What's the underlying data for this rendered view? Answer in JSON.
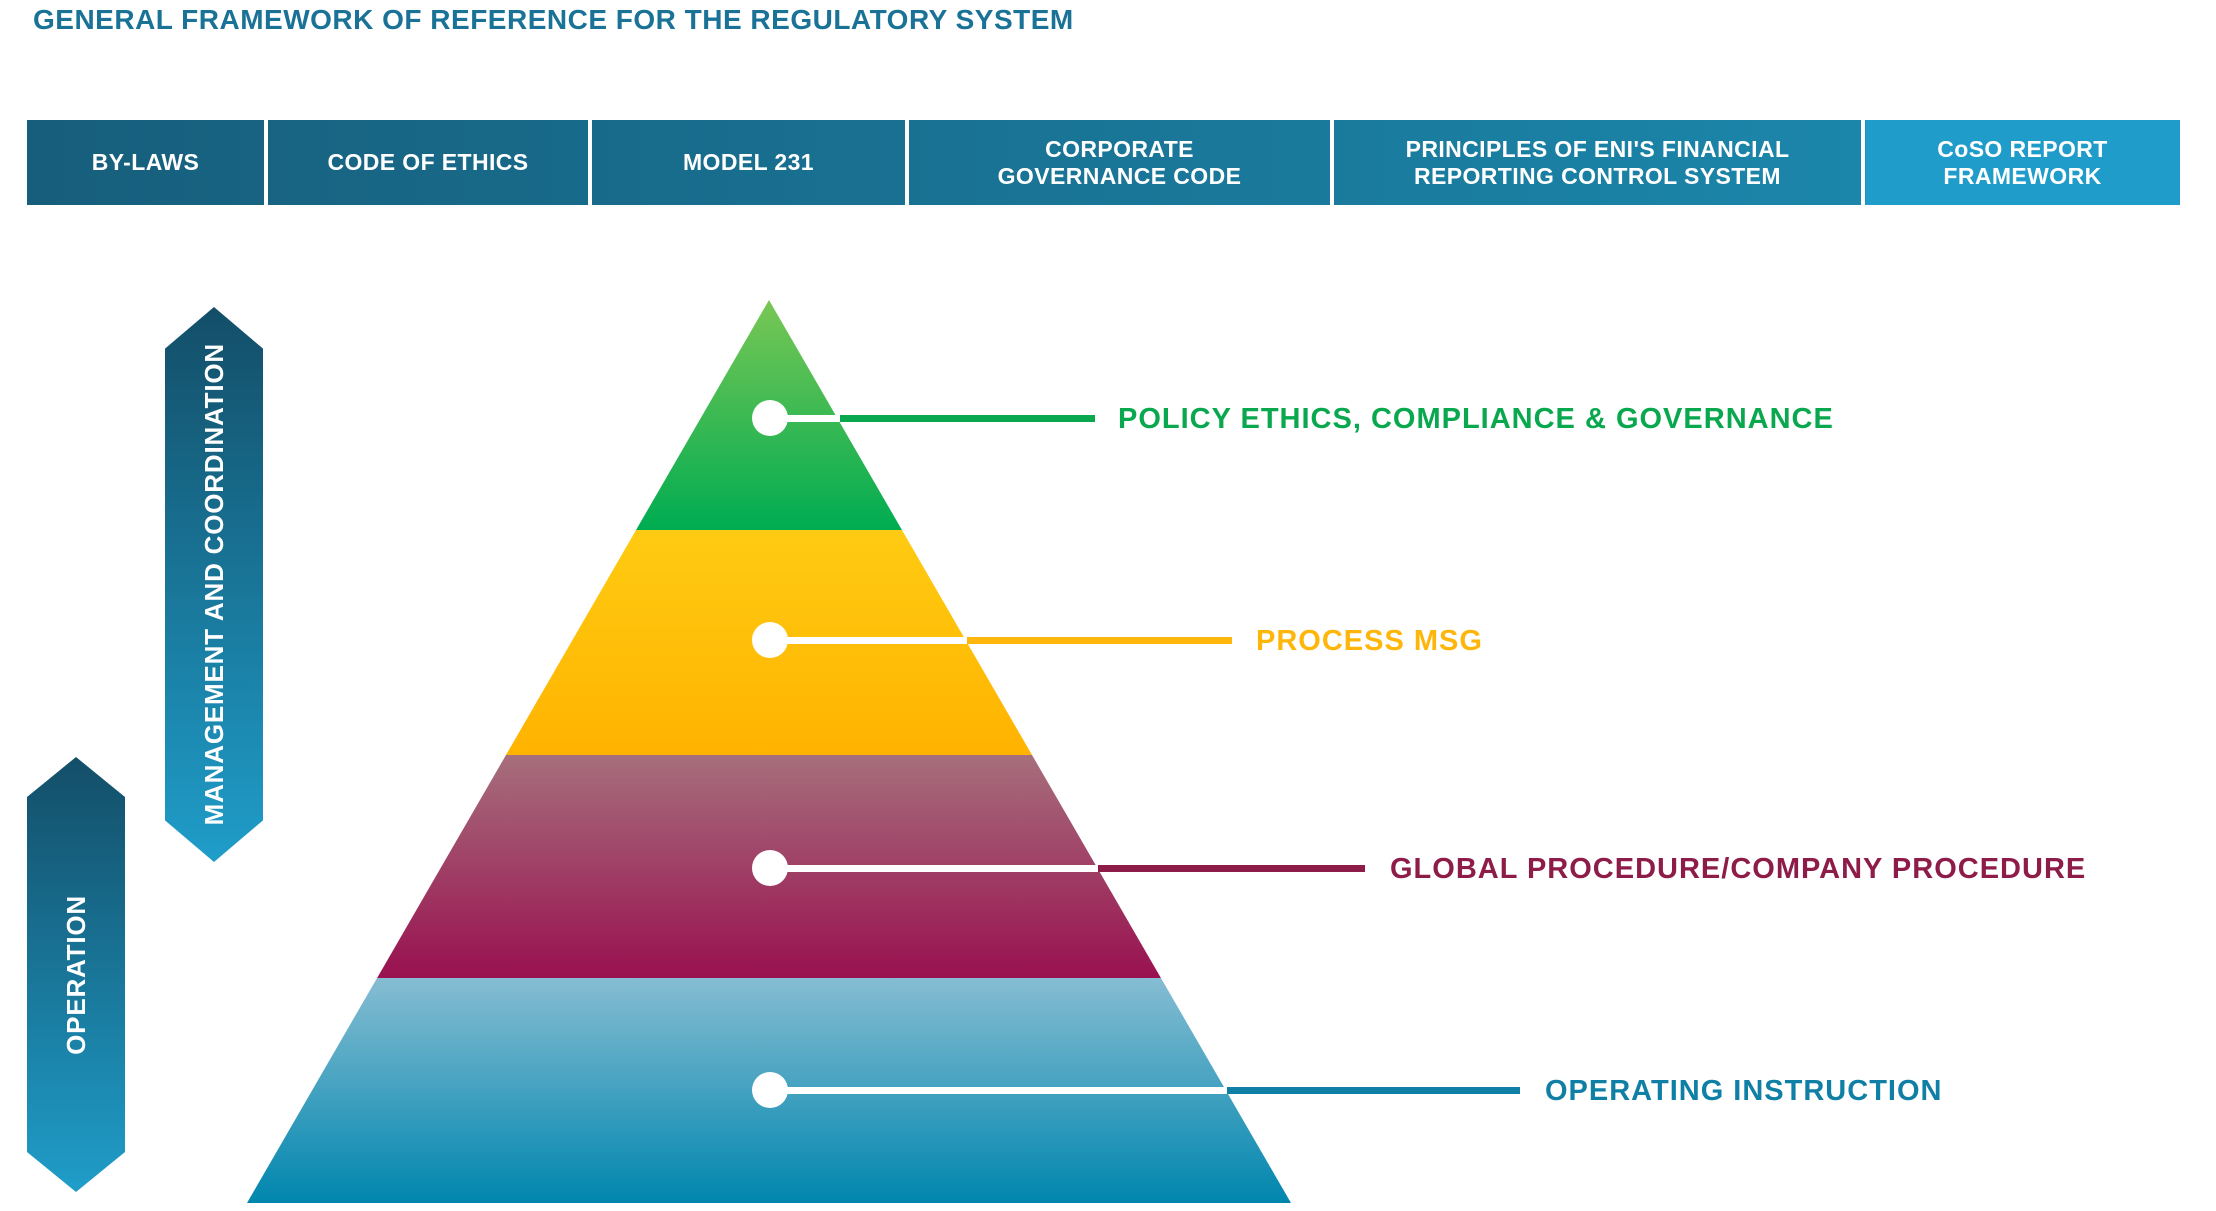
{
  "title": "GENERAL FRAMEWORK OF REFERENCE FOR THE REGULATORY SYSTEM",
  "title_color": "#1A7396",
  "reference_strip": {
    "base_color": "#175E7C",
    "highlight_color": "#1F9CCA",
    "divider_color": "#FFFFFF",
    "text_color": "#FFFFFF",
    "segments": [
      {
        "label": "BY-LAWS"
      },
      {
        "label": "CODE OF ETHICS"
      },
      {
        "label": "MODEL 231"
      },
      {
        "label": "CORPORATE GOVERNANCE CODE"
      },
      {
        "label": "PRINCIPLES OF ENI'S FINANCIAL REPORTING CONTROL SYSTEM"
      },
      {
        "label": "CoSO REPORT FRAMEWORK"
      }
    ]
  },
  "side_arrows": [
    {
      "label": "MANAGEMENT AND COORDINATION",
      "gradient_top": "#134E68",
      "gradient_bottom": "#1F9DC9",
      "text_color": "#FFFFFF"
    },
    {
      "label": "OPERATION",
      "gradient_top": "#134E68",
      "gradient_bottom": "#1F9DC9",
      "text_color": "#FFFFFF"
    }
  ],
  "pyramid": {
    "levels": [
      {
        "label": "POLICY ETHICS, COMPLIANCE & GOVERNANCE",
        "label_color": "#09A84E",
        "band_top_color": "#79C754",
        "band_bottom_color": "#00AC52"
      },
      {
        "label": "PROCESS MSG",
        "label_color": "#FFB60B",
        "band_top_color": "#FFCB12",
        "band_bottom_color": "#FFB300"
      },
      {
        "label": "GLOBAL PROCEDURE/COMPANY PROCEDURE",
        "label_color": "#8E1C49",
        "band_top_color": "#A66F7C",
        "band_bottom_color": "#991150"
      },
      {
        "label": "OPERATING INSTRUCTION",
        "label_color": "#0F7FA6",
        "band_top_color": "#86BDD2",
        "band_bottom_color": "#0086AE"
      }
    ]
  }
}
